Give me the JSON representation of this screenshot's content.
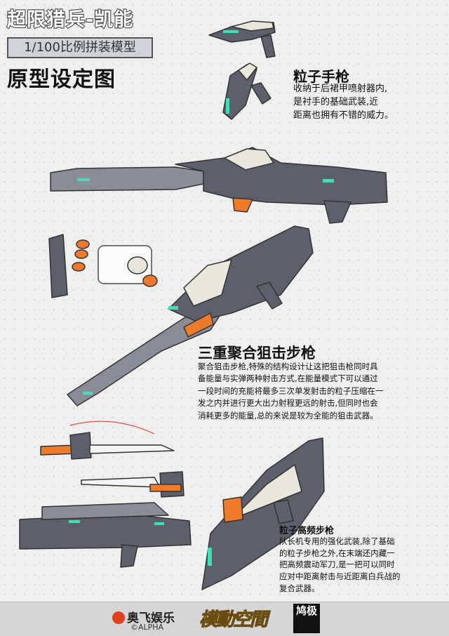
{
  "header": {
    "title": "超限猎兵-凯能",
    "scale": "1/100比例拼装模型",
    "subtitle": "原型设定图"
  },
  "sections": {
    "pistol": {
      "heading": "粒子手枪",
      "lines": [
        "收纳于后裙甲喷射器内,",
        "是衬手的基础武装,近",
        "距离也拥有不错的威力。"
      ]
    },
    "sniper": {
      "heading": "三重聚合狙击步枪",
      "lines": [
        "聚合狙击步枪,特殊的结构设计让这把狙击枪同时具",
        "备能量与实弹两种射击方式,在能量模式下可以通过",
        "一段时间的充能将最多三次单发射击的粒子压缩在一",
        "发之内并进行更大出力射程更远的射击,但同时也会",
        "消耗更多的能量,总的来说是较为全能的狙击武器。"
      ]
    },
    "hf_rifle": {
      "heading": "粒子高频步枪",
      "lines": [
        "队长机专用的强化武装,除了基础",
        "的粒子步枪之外,在末端还内藏一",
        "把高频震动军刀,是一把可以同时",
        "应对中距离射击与近距离白兵战的",
        "复合武器。"
      ]
    }
  },
  "footer": {
    "brand1": "奥飞娱乐",
    "brand1_sub": "©ALPHA",
    "brand2": "模動空間",
    "brand3": "鸠极"
  },
  "colors": {
    "armor_dark": "#5d5f6c",
    "armor_mid": "#8a8c98",
    "armor_light": "#e9e7dc",
    "glow": "#3fe0b8",
    "orange": "#ee7a2a"
  }
}
